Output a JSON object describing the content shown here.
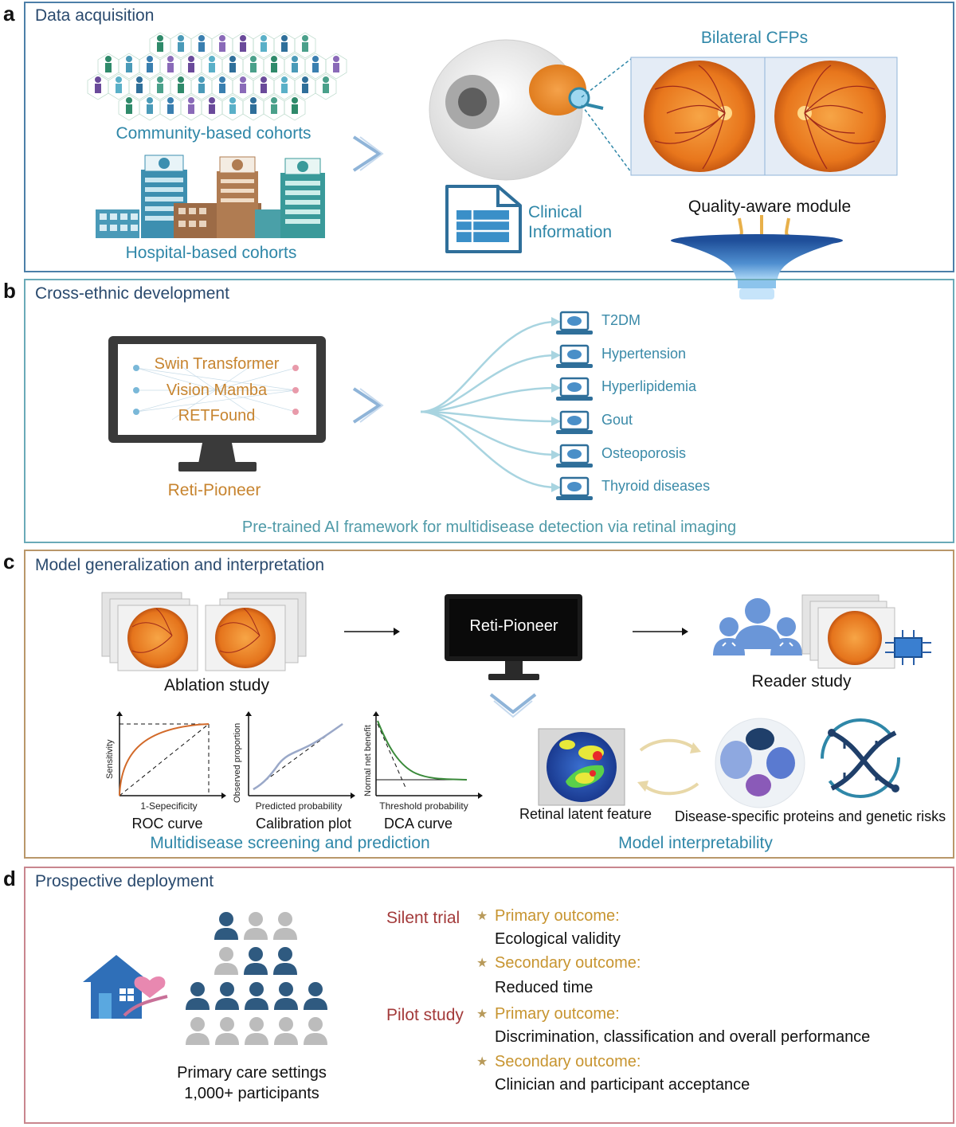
{
  "panels": {
    "a": {
      "letter": "a",
      "title": "Data acquisition",
      "community_label": "Community-based cohorts",
      "hospital_label": "Hospital-based cohorts",
      "bilateral_label": "Bilateral CFPs",
      "clinical_line1": "Clinical",
      "clinical_line2": "Information",
      "quality_label": "Quality-aware module"
    },
    "b": {
      "letter": "b",
      "title": "Cross-ethnic development",
      "models": [
        "Swin Transformer",
        "Vision Mamba",
        "RETFound"
      ],
      "model_name": "Reti-Pioneer",
      "diseases": [
        "T2DM",
        "Hypertension",
        "Hyperlipidemia",
        "Gout",
        "Osteoporosis",
        "Thyroid diseases"
      ],
      "caption": "Pre-trained AI framework for multidisease detection via retinal imaging"
    },
    "c": {
      "letter": "c",
      "title": "Model generalization and interpretation",
      "ablation_label": "Ablation study",
      "monitor_label": "Reti-Pioneer",
      "reader_label": "Reader study",
      "roc": {
        "ylabel": "Sensitivity",
        "xlabel": "1-Sepecificity",
        "name": "ROC curve"
      },
      "cal": {
        "ylabel": "Observed proportion",
        "xlabel": "Predicted probability",
        "name": "Calibration plot"
      },
      "dca": {
        "ylabel": "Normal net benefit",
        "xlabel": "Threshold probability",
        "name": "DCA curve"
      },
      "screening_caption": "Multidisease screening and prediction",
      "latent_label": "Retinal latent feature",
      "proteins_label": "Disease-specific proteins and genetic risks",
      "interp_caption": "Model interpretability"
    },
    "d": {
      "letter": "d",
      "title": "Prospective deployment",
      "settings_line1": "Primary care settings",
      "settings_line2": "1,000+ participants",
      "silent_trial": "Silent trial",
      "pilot_study": "Pilot study",
      "outcomes": [
        {
          "head": "Primary outcome:",
          "text": "Ecological validity"
        },
        {
          "head": "Secondary outcome:",
          "text": "Reduced time"
        },
        {
          "head": "Primary outcome:",
          "text": "Discrimination, classification and overall performance"
        },
        {
          "head": "Secondary outcome:",
          "text": "Clinician and participant acceptance"
        }
      ]
    }
  },
  "colors": {
    "panel_a_border": "#4c7fa8",
    "panel_b_border": "#6aaab8",
    "panel_c_border": "#b9976a",
    "panel_d_border": "#c9868e",
    "title_text": "#2a4a6e",
    "teal_text": "#2f87a8",
    "orange_text": "#c7842f",
    "red_text": "#a33a3a"
  }
}
